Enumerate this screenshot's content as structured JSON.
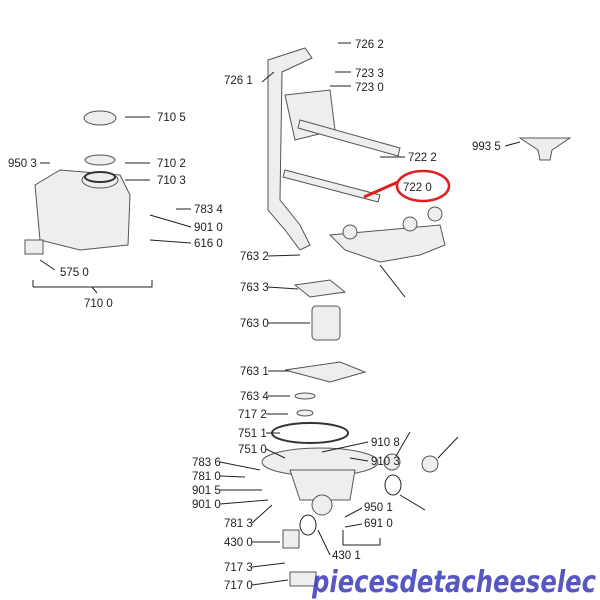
{
  "diagram": {
    "labels": {
      "l7262": "726 2",
      "l7233": "723 3",
      "l7230": "723 0",
      "l7261": "726 1",
      "l9935": "993 5",
      "l7222": "722 2",
      "l7220": "722 0",
      "l9503": "950 3",
      "l7105": "710 5",
      "l7102": "710 2",
      "l7103": "710 3",
      "l7834": "783 4",
      "l9010a": "901 0",
      "l6160": "616 0",
      "l5750": "575 0",
      "l7100": "710 0",
      "l7632": "763 2",
      "l7633": "763 3",
      "l7630": "763 0",
      "l7631": "763 1",
      "l7634": "763 4",
      "l7172": "717 2",
      "l7511": "751 1",
      "l7510": "751 0",
      "l9108": "910 8",
      "l9103": "910 3",
      "l7836": "783 6",
      "l7810": "781 0",
      "l9015": "901 5",
      "l9010b": "901 0",
      "l7813": "781 3",
      "l9501": "950 1",
      "l6910": "691 0",
      "l4300": "430 0",
      "l7173": "717 3",
      "l7170": "717 0",
      "l4301": "430 1"
    },
    "highlight_color": "#e02020",
    "watermark": "piecesdetacheeselec"
  }
}
